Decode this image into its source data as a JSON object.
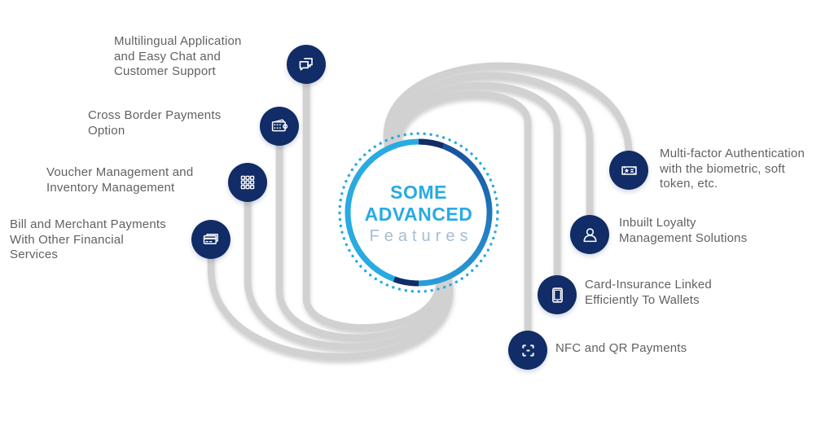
{
  "title": {
    "line1": "SOME",
    "line2": "ADVANCED",
    "line3": "Features"
  },
  "colors": {
    "accent_cyan": "#29abe2",
    "accent_blue_gradient_top": "#174f9b",
    "accent_blue_gradient_bottom": "#299cd8",
    "icon_navy": "#112c66",
    "curve_gray": "#d2d1d1",
    "label_gray": "#606164",
    "features_light_blue": "#a7bdd2"
  },
  "features": {
    "left": [
      {
        "icon": "chat-icon",
        "label": "Multilingual Application\nand Easy Chat and\nCustomer Support"
      },
      {
        "icon": "wallet-icon",
        "label": "Cross Border Payments\nOption"
      },
      {
        "icon": "keypad-icon",
        "label": "Voucher Management and\nInventory Management"
      },
      {
        "icon": "card-icon",
        "label": "Bill and Merchant Payments\nWith Other Financial\nServices"
      }
    ],
    "right": [
      {
        "icon": "ticket-icon",
        "label": "Multi-factor Authentication\nwith the biometric, soft\ntoken, etc."
      },
      {
        "icon": "person-icon",
        "label": "Inbuilt Loyalty\nManagement Solutions"
      },
      {
        "icon": "phone-icon",
        "label": "Card-Insurance Linked\nEfficiently To Wallets"
      },
      {
        "icon": "scan-icon",
        "label": "NFC and QR Payments"
      }
    ]
  }
}
